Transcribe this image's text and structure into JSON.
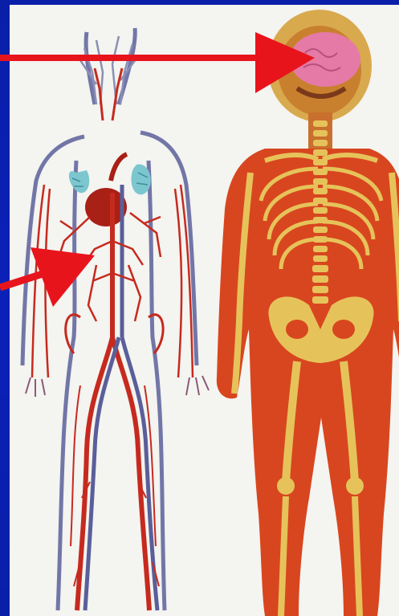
{
  "colors": {
    "slide_background": "#0b20b8",
    "arrow": "#e8141c",
    "artery": "#c62a1f",
    "vein": "#5a5f9a",
    "lung": "#7cc6cf",
    "heart": "#a82016",
    "muscle": "#d8461f",
    "bone": "#e6c35a",
    "brain": "#e57aa6"
  },
  "figures": [
    {
      "name": "circulatory-system-figure",
      "icon": "circulatory-system-illustration"
    },
    {
      "name": "skeletal-muscular-figure",
      "icon": "skeleton-muscle-illustration"
    }
  ],
  "arrows": [
    {
      "name": "arrow-to-brain",
      "points_to": "brain"
    },
    {
      "name": "arrow-to-aorta",
      "points_to": "abdominal aorta"
    }
  ]
}
